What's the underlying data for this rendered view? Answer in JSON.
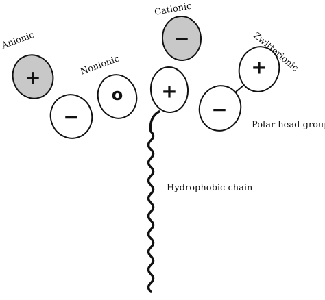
{
  "colors": {
    "outline": "#111111",
    "filled_head": "#c8c8c8",
    "empty_head": "#ffffff",
    "background": "#ffffff"
  },
  "labels": {
    "anionic": "Anionic",
    "nonionic": "Nonionic",
    "cationic": "Cationic",
    "zwitterionic": "Zwitterionic",
    "polar_head_group": "Polar head group",
    "hydrophobic_chain": "Hydrophobic chain"
  },
  "signs": {
    "anionic_top": "+",
    "anionic_bottom": "−",
    "nonionic": "o",
    "cationic_top": "−",
    "cationic_bottom": "+",
    "zwitterionic_top": "+",
    "zwitterionic_bottom": "−"
  }
}
